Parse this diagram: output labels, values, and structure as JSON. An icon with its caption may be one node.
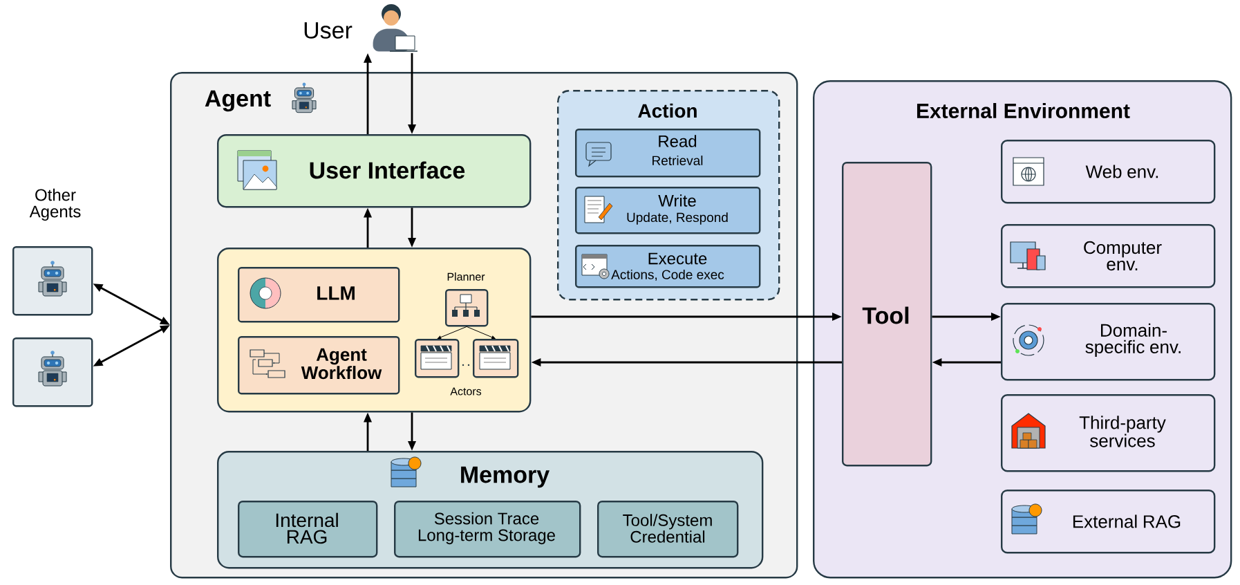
{
  "diagram": {
    "nodes": [
      {
        "text": [],
        "shape": "person",
        "beside": [
          "User"
        ]
      },
      {
        "text": [
          "Agent"
        ]
      },
      {
        "text": [
          "User Interface"
        ],
        "in": 1
      },
      {
        "text": [],
        "shape": "box",
        "in": 1
      },
      {
        "text": [
          "LLM"
        ],
        "in": 3
      },
      {
        "text": [
          "Agent Workflow"
        ],
        "in": 3
      },
      {
        "text": [
          "Planner"
        ],
        "in": 3
      },
      {
        "text": [],
        "shape": "box",
        "in": 3
      },
      {
        "text": [],
        "shape": "box",
        "in": 3
      },
      {
        "text": [
          "Action"
        ],
        "in": 1
      },
      {
        "text": [
          "Read",
          "Retrieval"
        ],
        "in": 9
      },
      {
        "text": [
          "Write",
          "Update, Respond"
        ],
        "in": 9
      },
      {
        "text": [
          "Execute",
          "Actions, Code exec"
        ],
        "in": 9
      },
      {
        "text": [
          "Memory"
        ],
        "in": 1
      },
      {
        "text": [
          "Internal RAG"
        ],
        "in": 13
      },
      {
        "text": [
          "Session Trace Long-term Storage"
        ],
        "in": 13
      },
      {
        "text": [
          "Tool/System Credential"
        ],
        "in": 13
      },
      {
        "text": [],
        "shape": "box"
      },
      {
        "text": [],
        "shape": "box"
      },
      {
        "text": [
          "External Environment"
        ]
      },
      {
        "text": [
          "Tool"
        ],
        "in": 19
      },
      {
        "text": [
          "Web env."
        ],
        "in": 19
      },
      {
        "text": [
          "Computer env."
        ],
        "in": 19
      },
      {
        "text": [
          "Domain-specific env."
        ],
        "in": 19
      },
      {
        "text": [
          "Third-party services"
        ],
        "in": 19
      },
      {
        "text": [
          "External RAG"
        ],
        "in": 19
      }
    ],
    "edges": [
      {
        "from": 2,
        "to": 0,
        "arrow": "to"
      },
      {
        "from": 0,
        "to": 2,
        "arrow": "to"
      },
      {
        "from": 3,
        "to": 2,
        "arrow": "to"
      },
      {
        "from": 2,
        "to": 3,
        "arrow": "to"
      },
      {
        "from": 13,
        "to": 3,
        "arrow": "to"
      },
      {
        "from": 3,
        "to": 13,
        "arrow": "to"
      },
      {
        "from": 17,
        "to": 1,
        "arrow": "both"
      },
      {
        "from": 18,
        "to": 1,
        "arrow": "both"
      },
      {
        "from": 3,
        "to": 20,
        "arrow": "to"
      },
      {
        "from": 20,
        "to": 3,
        "arrow": "to"
      },
      {
        "from": 20,
        "to": 23,
        "arrow": "to"
      },
      {
        "from": 23,
        "to": 20,
        "arrow": "to"
      },
      {
        "from": 6,
        "to": 7,
        "arrow": "to"
      },
      {
        "from": 6,
        "to": 8,
        "arrow": "to"
      }
    ],
    "labels": [
      "Other Agents",
      "Actors"
    ]
  }
}
